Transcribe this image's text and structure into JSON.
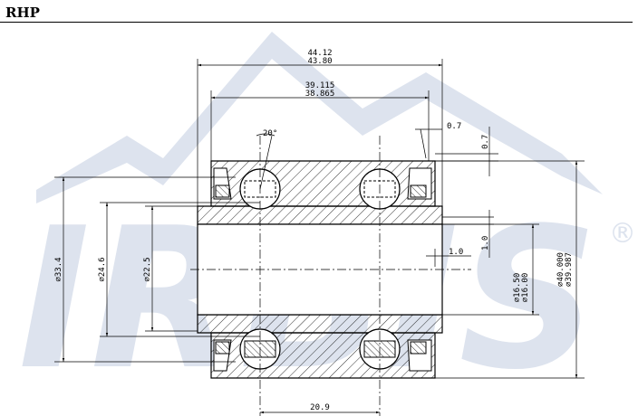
{
  "title": "RHP",
  "watermark": {
    "text": "IRBIS",
    "registered": "®",
    "color": "#dde3ee"
  },
  "dimensions": {
    "overall_width_max": "44.12",
    "overall_width_min": "43.80",
    "inner_width_max": "39.115",
    "inner_width_min": "38.865",
    "angle": "20°",
    "chamfer_top_x": "0.7",
    "chamfer_top_y": "0.7",
    "chamfer_inner_y": "1.0",
    "chamfer_inner_x": "1.0",
    "bore_max": "⌀16.50",
    "bore_min": "⌀16.00",
    "outer_max": "⌀40.000",
    "outer_min": "⌀39.987",
    "dia_33": "⌀33.4",
    "dia_24": "⌀24.6",
    "dia_22": "⌀22.5",
    "ball_spacing": "20.9"
  }
}
